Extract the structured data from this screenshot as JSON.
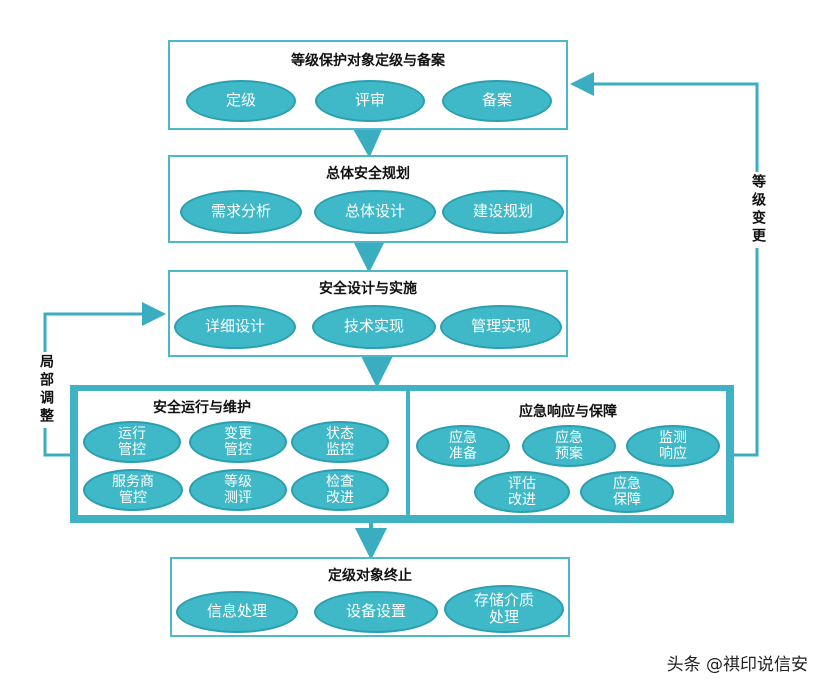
{
  "boxes": {
    "grading": {
      "title": "等级保护对象定级与备案",
      "items": [
        "定级",
        "评审",
        "备案"
      ]
    },
    "planning": {
      "title": "总体安全规划",
      "items": [
        "需求分析",
        "总体设计",
        "建设规划"
      ]
    },
    "design": {
      "title": "安全设计与实施",
      "items": [
        "详细设计",
        "技术实现",
        "管理实现"
      ]
    },
    "operations": {
      "title": "安全运行与维护",
      "items": [
        "运行\n管控",
        "变更\n管控",
        "状态\n监控",
        "服务商\n管控",
        "等级\n测评",
        "检查\n改进"
      ]
    },
    "emergency": {
      "title": "应急响应与保障",
      "items": [
        "应急\n准备",
        "应急\n预案",
        "监测\n响应",
        "评估\n改进",
        "应急\n保障"
      ]
    },
    "termination": {
      "title": "定级对象终止",
      "items": [
        "信息处理",
        "设备设置",
        "存储介质\n处理"
      ]
    }
  },
  "labels": {
    "left_loop": "局部调整",
    "right_loop": "等级变更"
  },
  "watermark": "头条 @祺印说信安",
  "colors": {
    "accent": "#3fb8c7",
    "border": "#4db8c8",
    "arrow": "#3aaec0"
  }
}
